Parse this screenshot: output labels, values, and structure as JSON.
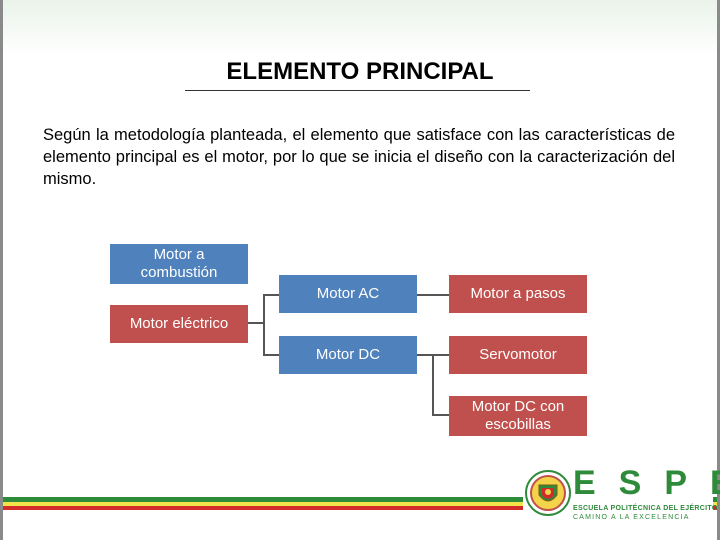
{
  "slide": {
    "title": "ELEMENTO PRINCIPAL",
    "body": "Según la metodología planteada, el elemento que satisface con las características de elemento principal es el motor, por lo que se inicia el diseño con la caracterización del mismo."
  },
  "diagram": {
    "root_top": "Motor a combustión",
    "root_main": "Motor eléctrico",
    "level2": [
      "Motor AC",
      "Motor DC"
    ],
    "level3": [
      "Motor a pasos",
      "Servomotor",
      "Motor DC con escobillas"
    ]
  },
  "logo": {
    "letters": "ESPE",
    "line1": "ESCUELA POLITÉCNICA DEL EJÉRCITO",
    "line2": "CAMINO A LA EXCELENCIA"
  },
  "colors": {
    "blue": "#4f81bd",
    "red": "#c0504d",
    "teal": "#4bacc6",
    "green": "#2e8b3a"
  }
}
